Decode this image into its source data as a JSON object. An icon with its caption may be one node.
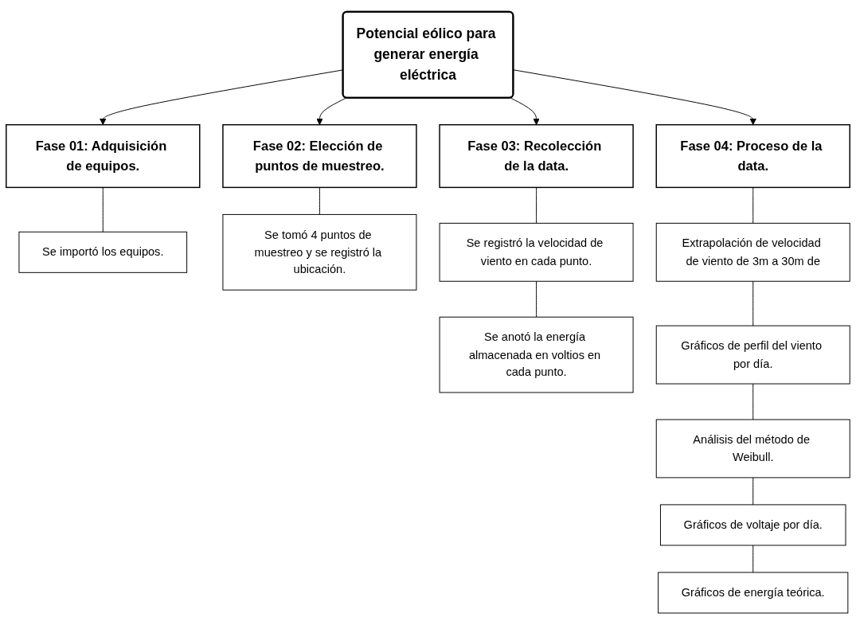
{
  "diagram": {
    "nodes": [
      {
        "text": [
          "Potencial eólico para generar energía eléctrica"
        ]
      },
      {
        "text": [
          "Fase 01: Adquisición de equipos."
        ]
      },
      {
        "text": [
          "Se importó los equipos."
        ]
      },
      {
        "text": [
          "Fase 02: Elección de puntos de muestreo."
        ]
      },
      {
        "text": [
          "Se tomó 4 puntos de muestreo y se registró la ubicación."
        ]
      },
      {
        "text": [
          "Fase 03: Recolección de la data."
        ]
      },
      {
        "text": [
          "Se registró la velocidad de viento en cada punto."
        ]
      },
      {
        "text": [
          "Se anotó la energía almacenada en voltios en cada punto."
        ]
      },
      {
        "text": [
          "Fase 04: Proceso de la data."
        ]
      },
      {
        "text": [
          "Extrapolación de velocidad de viento de 3m a 30m de"
        ]
      },
      {
        "text": [
          "Gráficos de perfil del viento por día."
        ]
      },
      {
        "text": [
          "Análisis del método de Weibull."
        ]
      },
      {
        "text": [
          "Gráficos de voltaje por día."
        ]
      },
      {
        "text": [
          "Gráficos de energía teórica."
        ]
      }
    ],
    "edges": [
      {
        "from": 0,
        "to": 1,
        "arrow": "to"
      },
      {
        "from": 0,
        "to": 3,
        "arrow": "to"
      },
      {
        "from": 0,
        "to": 5,
        "arrow": "to"
      },
      {
        "from": 0,
        "to": 8,
        "arrow": "to"
      },
      {
        "from": 1,
        "to": 2,
        "arrow": "none"
      },
      {
        "from": 3,
        "to": 4,
        "arrow": "none"
      },
      {
        "from": 5,
        "to": 6,
        "arrow": "none"
      },
      {
        "from": 6,
        "to": 7,
        "arrow": "none"
      },
      {
        "from": 8,
        "to": 9,
        "arrow": "none"
      },
      {
        "from": 9,
        "to": 10,
        "arrow": "none"
      },
      {
        "from": 10,
        "to": 11,
        "arrow": "none"
      },
      {
        "from": 11,
        "to": 12,
        "arrow": "none"
      },
      {
        "from": 12,
        "to": 13,
        "arrow": "none"
      }
    ]
  }
}
